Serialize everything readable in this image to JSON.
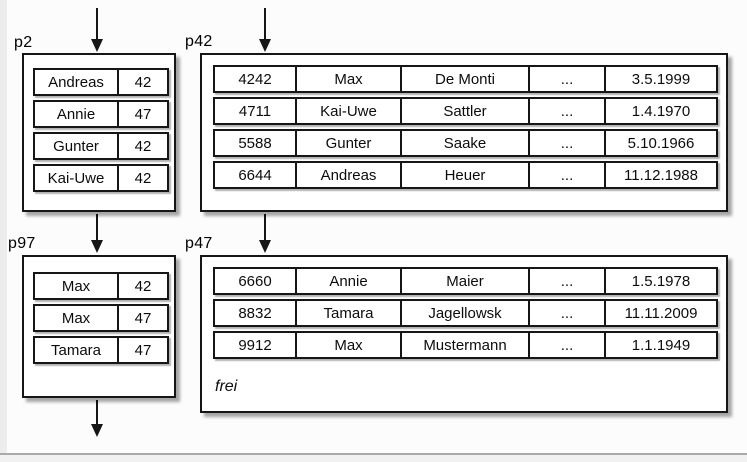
{
  "diagram": {
    "pages": {
      "p2": {
        "label": "p2",
        "rows": [
          [
            "Andreas",
            "42"
          ],
          [
            "Annie",
            "47"
          ],
          [
            "Gunter",
            "42"
          ],
          [
            "Kai-Uwe",
            "42"
          ]
        ]
      },
      "p42": {
        "label": "p42",
        "rows": [
          [
            "4242",
            "Max",
            "De Monti",
            "...",
            "3.5.1999"
          ],
          [
            "4711",
            "Kai-Uwe",
            "Sattler",
            "...",
            "1.4.1970"
          ],
          [
            "5588",
            "Gunter",
            "Saake",
            "...",
            "5.10.1966"
          ],
          [
            "6644",
            "Andreas",
            "Heuer",
            "...",
            "11.12.1988"
          ]
        ]
      },
      "p97": {
        "label": "p97",
        "rows": [
          [
            "Max",
            "42"
          ],
          [
            "Max",
            "47"
          ],
          [
            "Tamara",
            "47"
          ]
        ]
      },
      "p47": {
        "label": "p47",
        "rows": [
          [
            "6660",
            "Annie",
            "Maier",
            "...",
            "1.5.1978"
          ],
          [
            "8832",
            "Tamara",
            "Jagellowsk",
            "...",
            "11.11.2009"
          ],
          [
            "9912",
            "Max",
            "Mustermann",
            "...",
            "1.1.1949"
          ]
        ],
        "free_text": "frei"
      }
    },
    "colors": {
      "border": "#161616",
      "page_fill": "#ffffff",
      "background": "#fcfcfc",
      "left_strip": "#ececec",
      "bottom_line": "#aaaaaa"
    }
  }
}
